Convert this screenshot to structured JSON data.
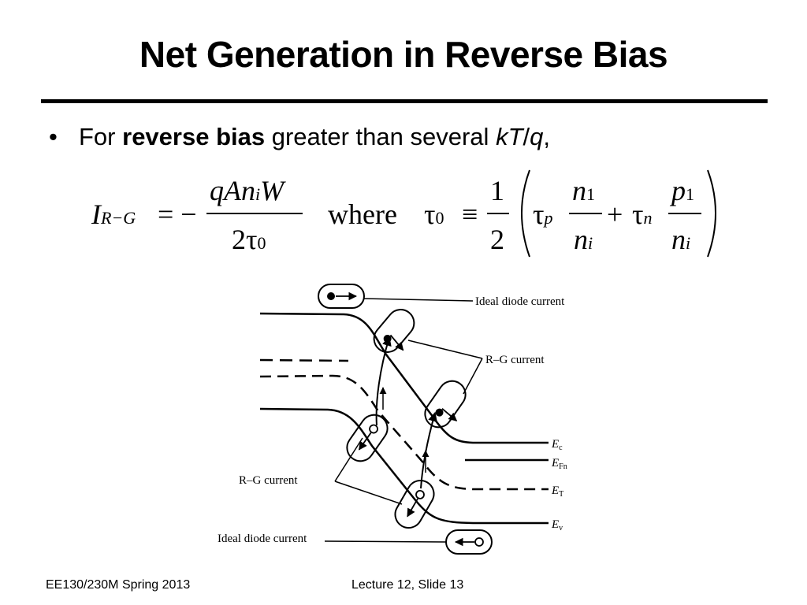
{
  "slide": {
    "title": "Net Generation in Reverse Bias",
    "bullet": {
      "prefix": "For ",
      "bold": "reverse bias",
      "middle": " greater than several ",
      "italic_k": "kT",
      "slash": "/",
      "italic_q": "q",
      "suffix": ","
    },
    "equation": {
      "lhs_symbol": "I",
      "lhs_sub": "R−G",
      "equals": "= −",
      "num": "qAn",
      "num_sub": "i",
      "num_tail": "W",
      "den": "2τ",
      "den_sub": "0",
      "where": "where",
      "tau0": "τ",
      "tau0_sub": "0",
      "equiv": "≡",
      "half_num": "1",
      "half_den": "2",
      "tau_p": "τ",
      "tau_p_sub": "p",
      "n1": "n",
      "n1_sub": "1",
      "ni": "n",
      "ni_sub": "i",
      "plus": "+",
      "tau_n": "τ",
      "tau_n_sub": "n",
      "p1": "p",
      "p1_sub": "1",
      "ni2": "n",
      "ni2_sub": "i"
    },
    "diagram": {
      "label_ideal_top": "Ideal diode current",
      "label_rg_right": "R–G current",
      "label_rg_left": "R–G current",
      "label_ideal_bottom": "Ideal diode current",
      "ec": "E",
      "ec_sub": "c",
      "efn": "E",
      "efn_sub": "Fn",
      "et": "E",
      "et_sub": "T",
      "ev": "E",
      "ev_sub": "v"
    },
    "footer_left": "EE130/230M Spring 2013",
    "footer_right": "Lecture 12, Slide 13"
  }
}
